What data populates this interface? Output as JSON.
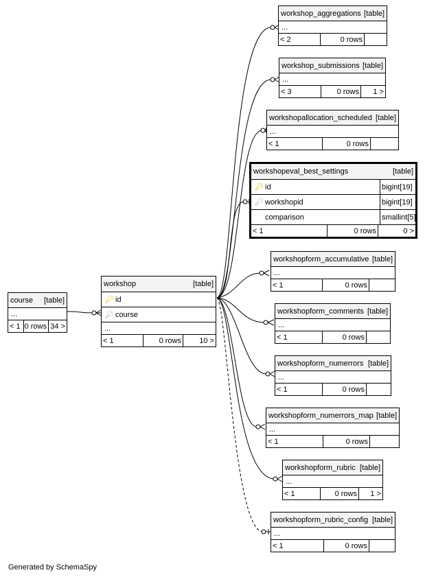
{
  "tables": {
    "course": {
      "name": "course",
      "tag": "[table]",
      "body": "...",
      "footer": [
        "< 1",
        "0 rows",
        "34 >"
      ]
    },
    "workshop": {
      "name": "workshop",
      "tag": "[table]",
      "columns": [
        "id",
        "course"
      ],
      "body": "...",
      "footer": [
        "< 1",
        "0 rows",
        "10 >"
      ]
    },
    "aggregations": {
      "name": "workshop_aggregations",
      "tag": "[table]",
      "body": "...",
      "footer": [
        "< 2",
        "0 rows",
        ""
      ]
    },
    "submissions": {
      "name": "workshop_submissions",
      "tag": "[table]",
      "body": "...",
      "footer": [
        "< 3",
        "0 rows",
        "1 >"
      ]
    },
    "allocation": {
      "name": "workshopallocation_scheduled",
      "tag": "[table]",
      "body": "...",
      "footer": [
        "< 1",
        "0 rows",
        ""
      ]
    },
    "evalbest": {
      "name": "workshopeval_best_settings",
      "tag": "[table]",
      "columns": [
        {
          "name": "id",
          "type": "bigint[19]",
          "key": "primary"
        },
        {
          "name": "workshopid",
          "type": "bigint[19]",
          "key": "foreign"
        },
        {
          "name": "comparison",
          "type": "smallint[5]",
          "key": "none"
        }
      ],
      "footer": [
        "< 1",
        "0 rows",
        "0 >"
      ]
    },
    "accumulative": {
      "name": "workshopform_accumulative",
      "tag": "[table]",
      "body": "...",
      "footer": [
        "< 1",
        "0 rows",
        ""
      ]
    },
    "comments": {
      "name": "workshopform_comments",
      "tag": "[table]",
      "body": "...",
      "footer": [
        "< 1",
        "0 rows",
        ""
      ]
    },
    "numerrors": {
      "name": "workshopform_numerrors",
      "tag": "[table]",
      "body": "...",
      "footer": [
        "< 1",
        "0 rows",
        ""
      ]
    },
    "numerrors_map": {
      "name": "workshopform_numerrors_map",
      "tag": "[table]",
      "body": "...",
      "footer": [
        "< 1",
        "0 rows",
        ""
      ]
    },
    "rubric": {
      "name": "workshopform_rubric",
      "tag": "[table]",
      "body": "...",
      "footer": [
        "< 1",
        "0 rows",
        "1 >"
      ]
    },
    "rubric_config": {
      "name": "workshopform_rubric_config",
      "tag": "[table]",
      "body": "...",
      "footer": [
        "< 1",
        "0 rows",
        ""
      ]
    }
  },
  "footer_text": "Generated by SchemaSpy",
  "colors": {
    "primary_key": "#e6c200",
    "foreign_key": "#b5b5b5",
    "header_bg": "#f3f3f3"
  }
}
